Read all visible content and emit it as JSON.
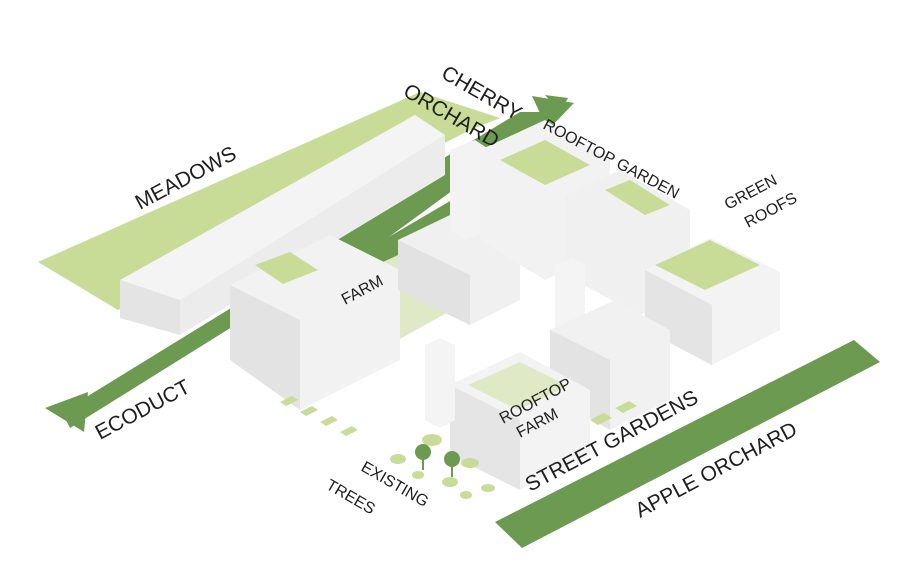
{
  "labels": {
    "meadows": "MEADOWS",
    "cherry_orchard_line1": "CHERRY",
    "cherry_orchard_line2": "ORCHARD",
    "rooftop_garden": "ROOFTOP GARDEN",
    "green_roofs_line1": "GREEN",
    "green_roofs_line2": "ROOFS",
    "farm": "FARM",
    "ecoduct": "ECODUCT",
    "rooftop_farm_line1": "ROOFTOP",
    "rooftop_farm_line2": "FARM",
    "street_gardens": "STREET GARDENS",
    "existing_trees_line1": "EXISTING",
    "existing_trees_line2": "TREES",
    "apple_orchard": "APPLE ORCHARD"
  },
  "colors": {
    "dark_green": "#6b9a50",
    "light_green": "#c8dc98",
    "pale_green": "#dfe9c5",
    "building": "#f2f2f2",
    "building_shade": "#e2e2e2",
    "label": "#1e1e1e"
  }
}
